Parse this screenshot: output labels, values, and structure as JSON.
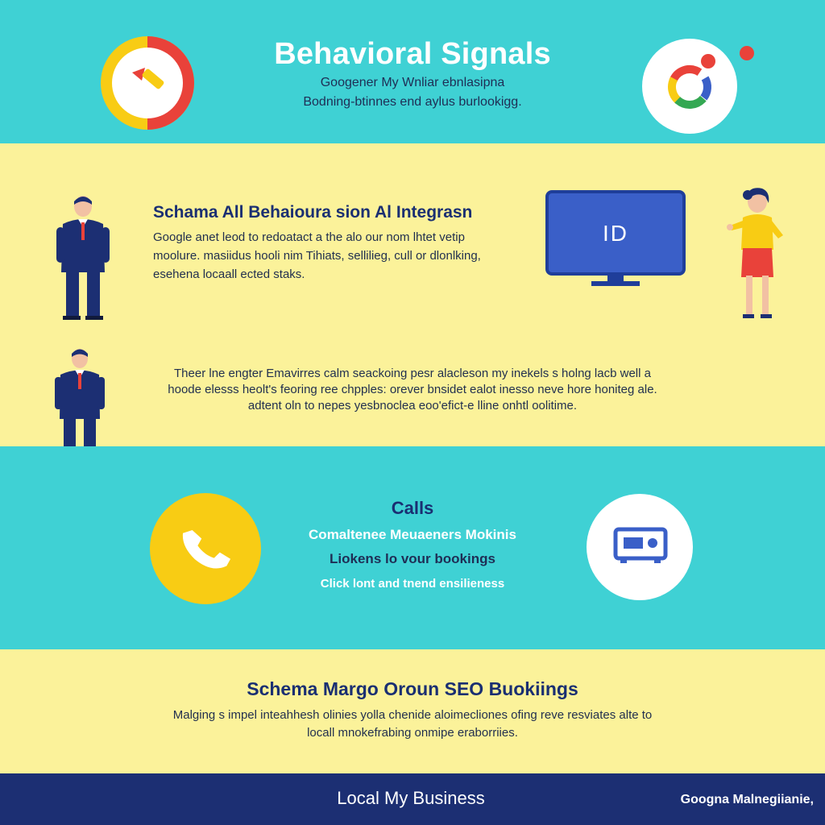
{
  "header": {
    "title": "Behavioral Signals",
    "subtitle_1": "Googener My Wnliar ebnlasipna",
    "subtitle_2": "Bodning-btinnes end aylus burlookigg."
  },
  "section_schema": {
    "title": "Schama All Behaioura sion Al Integrasn",
    "lines": [
      "Google anet leod to redoatact a the alo our nom lhtet vetip",
      "moolure. masiidus hooli nim Tihiats, sellilieg, cull or dlonlking,",
      "esehena locaall ected staks."
    ],
    "monitor_label": "ID"
  },
  "section_mid": {
    "lines": [
      "Theer lne engter Emavirres calm seackoing pesr alacleson my inekels s holng lacb well a",
      "hoode elesss heolt's feoring ree chpples: orever bnsidet ealot inesso neve hore honiteg ale.",
      "adtent oln to nepes yesbnoclea eoo'efict-e lline onhtl oolitime."
    ]
  },
  "section_calls": {
    "title": "Calls",
    "line_1": "Comaltenee Meuaeners Mokinis",
    "line_2": "Liokens lo vour bookings",
    "line_3": "Click lont and tnend ensilieness"
  },
  "section_bottom": {
    "title": "Schema Margo Oroun SEO Buokiings",
    "line_1": "Malging s impel inteahhesh olinies yolla chenide aloimecliones ofing reve resviates alte to",
    "line_2": "locall mnokefrabing onmipe eraborriies."
  },
  "footer": {
    "center": "Local My Business",
    "right": "Googna Malnegiianie,"
  },
  "colors": {
    "teal": "#3fd1d4",
    "cream": "#fbf29a",
    "navy": "#1c2f73",
    "yellow": "#f8cc14",
    "red": "#e9423a",
    "blue": "#3a5fc8",
    "green": "#34a853"
  }
}
